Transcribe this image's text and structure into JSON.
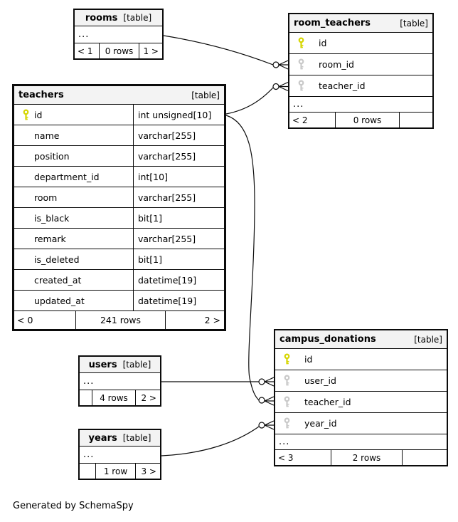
{
  "caption": "Generated by SchemaSpy",
  "colors": {
    "primary_key_icon": "#d6d600",
    "foreign_key_icon": "#c9c9c9",
    "header_bg": "#f3f3f3",
    "border": "#0b0b0b",
    "line": "#0b0b0b"
  },
  "tables": {
    "rooms": {
      "title": "rooms",
      "tag": "[table]",
      "ellipsis": "...",
      "footer": {
        "left": "< 1",
        "mid": "0 rows",
        "right": "1 >"
      }
    },
    "room_teachers": {
      "title": "room_teachers",
      "tag": "[table]",
      "ellipsis": "...",
      "columns": [
        {
          "name": "id",
          "key": "primary"
        },
        {
          "name": "room_id",
          "key": "foreign"
        },
        {
          "name": "teacher_id",
          "key": "foreign"
        }
      ],
      "footer": {
        "left": "< 2",
        "mid": "0 rows",
        "right": ""
      }
    },
    "teachers": {
      "title": "teachers",
      "tag": "[table]",
      "columns": [
        {
          "name": "id",
          "type": "int unsigned[10]",
          "key": "primary"
        },
        {
          "name": "name",
          "type": "varchar[255]"
        },
        {
          "name": "position",
          "type": "varchar[255]"
        },
        {
          "name": "department_id",
          "type": "int[10]"
        },
        {
          "name": "room",
          "type": "varchar[255]"
        },
        {
          "name": "is_black",
          "type": "bit[1]"
        },
        {
          "name": "remark",
          "type": "varchar[255]"
        },
        {
          "name": "is_deleted",
          "type": "bit[1]"
        },
        {
          "name": "created_at",
          "type": "datetime[19]"
        },
        {
          "name": "updated_at",
          "type": "datetime[19]"
        }
      ],
      "footer": {
        "left": "< 0",
        "mid": "241 rows",
        "right": "2 >"
      }
    },
    "users": {
      "title": "users",
      "tag": "[table]",
      "ellipsis": "...",
      "footer": {
        "left": "",
        "mid": "4 rows",
        "right": "2 >"
      }
    },
    "years": {
      "title": "years",
      "tag": "[table]",
      "ellipsis": "...",
      "footer": {
        "left": "",
        "mid": "1 row",
        "right": "3 >"
      }
    },
    "campus_donations": {
      "title": "campus_donations",
      "tag": "[table]",
      "ellipsis": "...",
      "columns": [
        {
          "name": "id",
          "key": "primary"
        },
        {
          "name": "user_id",
          "key": "foreign"
        },
        {
          "name": "teacher_id",
          "key": "foreign"
        },
        {
          "name": "year_id",
          "key": "foreign"
        }
      ],
      "footer": {
        "left": "< 3",
        "mid": "2 rows",
        "right": ""
      }
    }
  },
  "relationships": [
    {
      "from": "rooms",
      "to": "room_teachers.room_id"
    },
    {
      "from": "teachers.id",
      "to": "room_teachers.teacher_id"
    },
    {
      "from": "teachers.id",
      "to": "campus_donations.teacher_id"
    },
    {
      "from": "users",
      "to": "campus_donations.user_id"
    },
    {
      "from": "years",
      "to": "campus_donations.year_id"
    }
  ]
}
